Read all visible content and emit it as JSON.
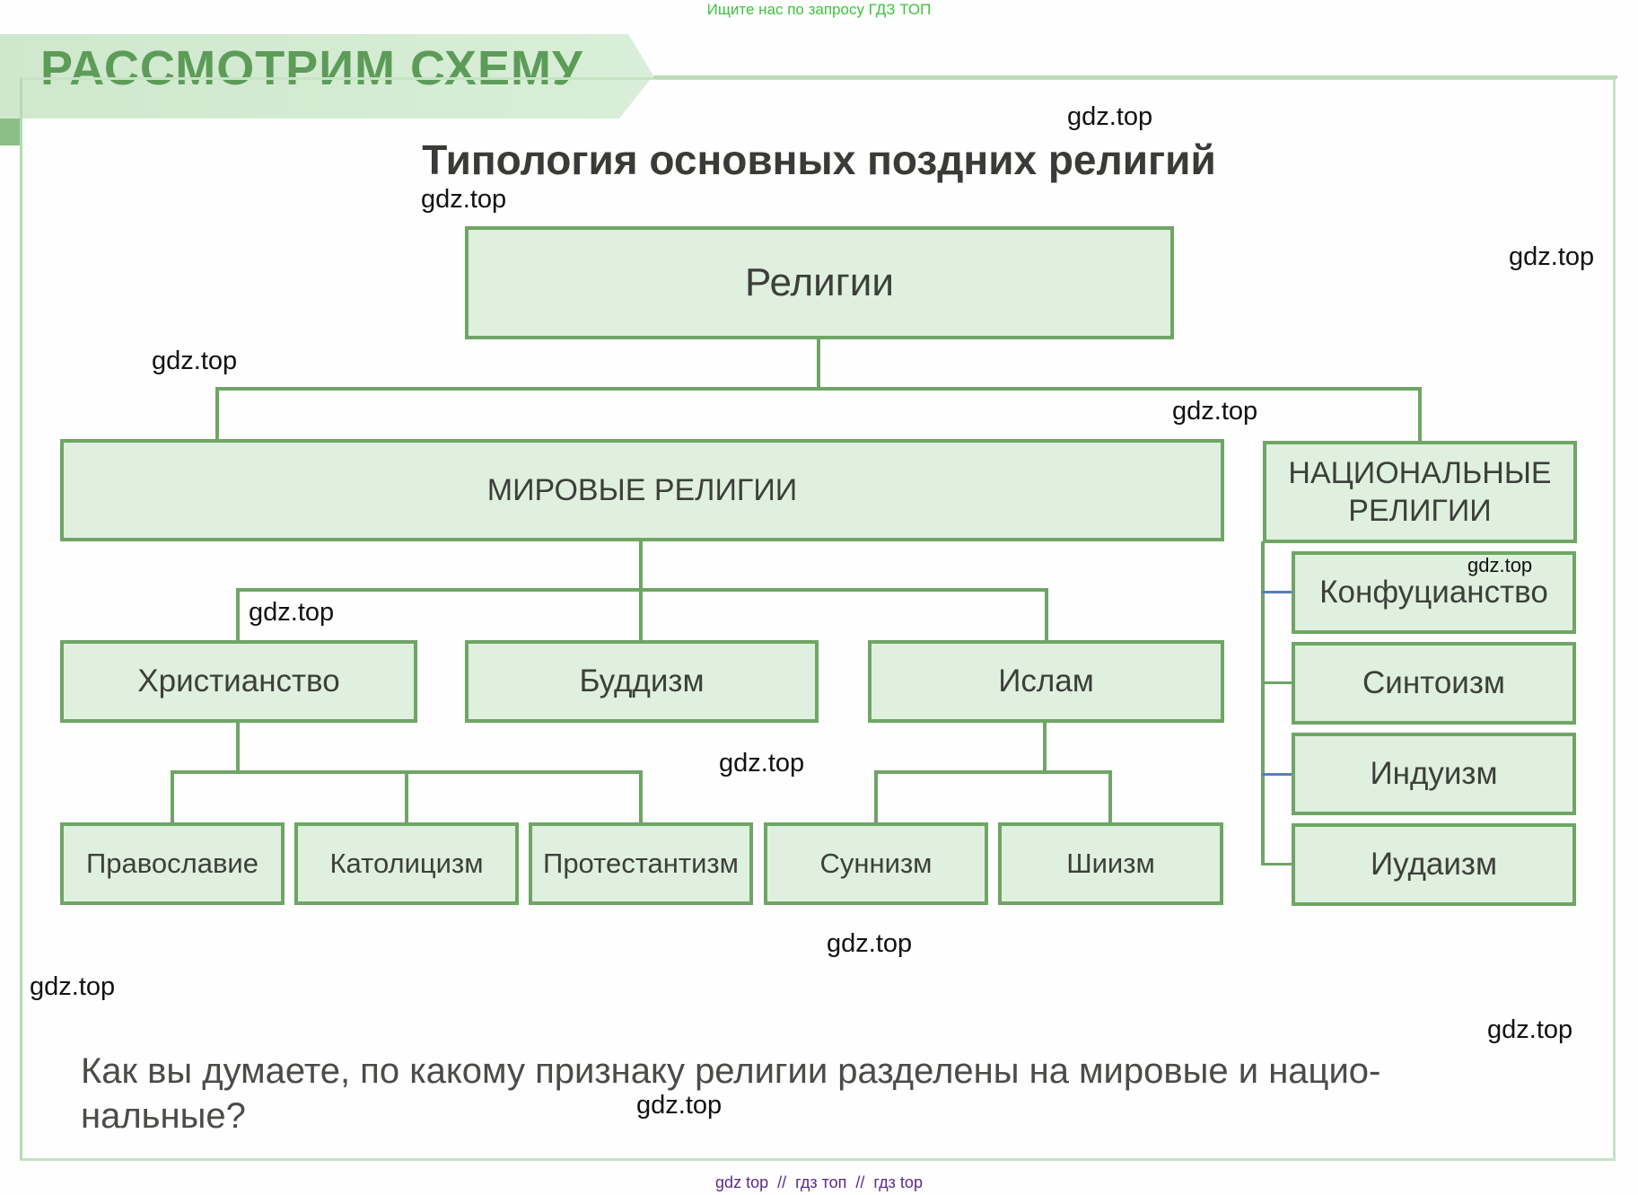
{
  "header": {
    "top_link": "Ищите нас по запросу ГДЗ ТОП",
    "section_banner": "РАССМОТРИМ СХЕМУ"
  },
  "diagram": {
    "title": "Типология основных поздних религий",
    "root": "Религии",
    "world": {
      "label": "МИРОВЫЕ РЕЛИГИИ",
      "children": [
        {
          "label": "Христианство",
          "children": [
            "Православие",
            "Католицизм",
            "Протестантизм"
          ]
        },
        {
          "label": "Буддизм"
        },
        {
          "label": "Ислам",
          "children": [
            "Суннизм",
            "Шиизм"
          ]
        }
      ]
    },
    "national": {
      "label": "НАЦИОНАЛЬНЫЕ РЕЛИГИИ",
      "children": [
        "Конфуцианство",
        "Синтоизм",
        "Индуизм",
        "Иудаизм"
      ]
    }
  },
  "question": "Как вы думаете, по какому признаку религии разделены на мировые и национальные?",
  "question_display": "Как вы думаете, по какому признаку религии разделены на мировые и нацио-\nнальные?",
  "watermark": "gdz.top",
  "footer": "gdz top  //  гдз топ  //  гдз top",
  "colors": {
    "box_fill": "#dff0de",
    "box_border": "#6fa565",
    "banner_text": "#5c9c58",
    "top_link": "#3fc23f",
    "footer": "#5b2a8c"
  }
}
